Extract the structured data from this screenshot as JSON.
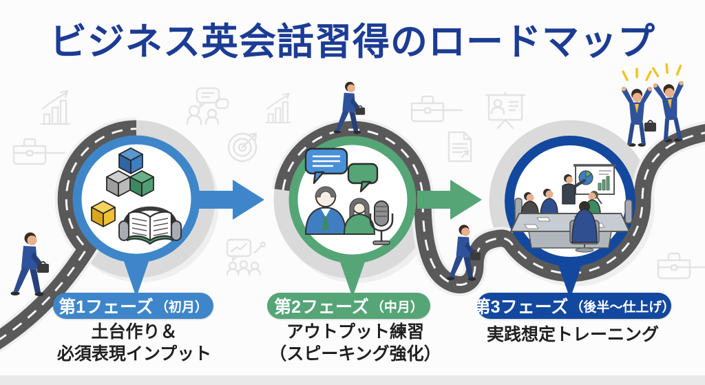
{
  "title": "ビジネス英会話習得のロードマップ",
  "phases": [
    {
      "badge": "第1フェーズ",
      "period": "（初月）",
      "desc1": "土台作り＆",
      "desc2": "必須表現インプット",
      "color": "#3e86c9",
      "icon": "building-blocks-and-audiobook-icon"
    },
    {
      "badge": "第2フェーズ",
      "period": "（中月）",
      "desc1": "アウトプット練習",
      "desc2": "（スピーキング強化）",
      "color": "#55a577",
      "icon": "conversation-and-microphone-icon"
    },
    {
      "badge": "第3フェーズ",
      "period": "（後半〜仕上げ）",
      "desc1": "実践想定トレーニング",
      "desc2": "",
      "color": "#13489f",
      "icon": "business-meeting-presentation-icon"
    }
  ],
  "connectors": [
    {
      "from": "phase1",
      "to": "phase2",
      "color": "#3e86c9"
    },
    {
      "from": "phase2",
      "to": "phase3",
      "color": "#55a577"
    }
  ],
  "colors": {
    "title": "#1c3c94",
    "road": "#595959",
    "road_light": "#dadada",
    "text": "#202020",
    "background": "#fcfcfc",
    "celebration_accent": "#f3c327"
  },
  "decorations": {
    "road": "winding-road",
    "figures": [
      "businessman-walking-icon",
      "businessman-walking-icon",
      "businessman-walking-icon",
      "businessman-celebrating-icon",
      "businessman-celebrating-icon"
    ],
    "background_icons": [
      "growth-chart-icon",
      "briefcase-icon",
      "chat-people-icon",
      "target-icon",
      "growth-chart-icon",
      "briefcase-icon",
      "document-icon",
      "presentation-board-icon",
      "presentation-meeting-icon",
      "briefcase-icon"
    ]
  }
}
